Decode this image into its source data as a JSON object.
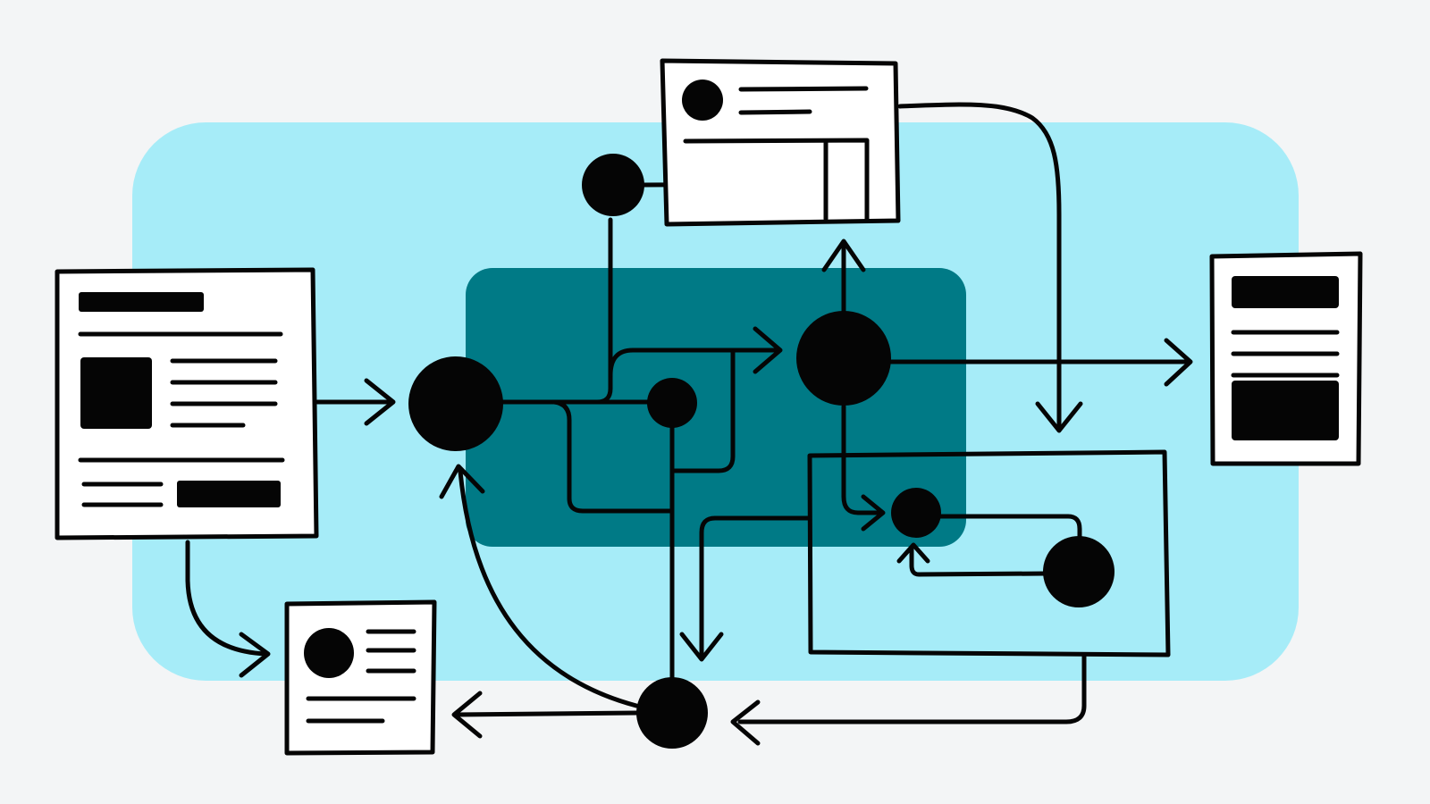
{
  "colors": {
    "background": "#f3f5f6",
    "outer_region": "#a6ecf8",
    "inner_region": "#007a86",
    "ink": "#050505",
    "card": "#ffffff"
  },
  "regions": [
    "outer-region",
    "inner-region",
    "right-frame"
  ],
  "cards": [
    {
      "name": "card-form-left",
      "icons": [
        "image-placeholder-icon"
      ]
    },
    {
      "name": "card-profile-top",
      "icons": [
        "avatar-icon"
      ]
    },
    {
      "name": "card-list-right",
      "icons": []
    },
    {
      "name": "card-profile-bottom",
      "icons": [
        "avatar-icon"
      ]
    }
  ],
  "nodes": [
    "hub-left",
    "junction-small",
    "node-top",
    "hub-center",
    "node-small-right",
    "node-right",
    "node-bottom"
  ],
  "connectors": [
    "arrow",
    "elbow",
    "curve"
  ]
}
